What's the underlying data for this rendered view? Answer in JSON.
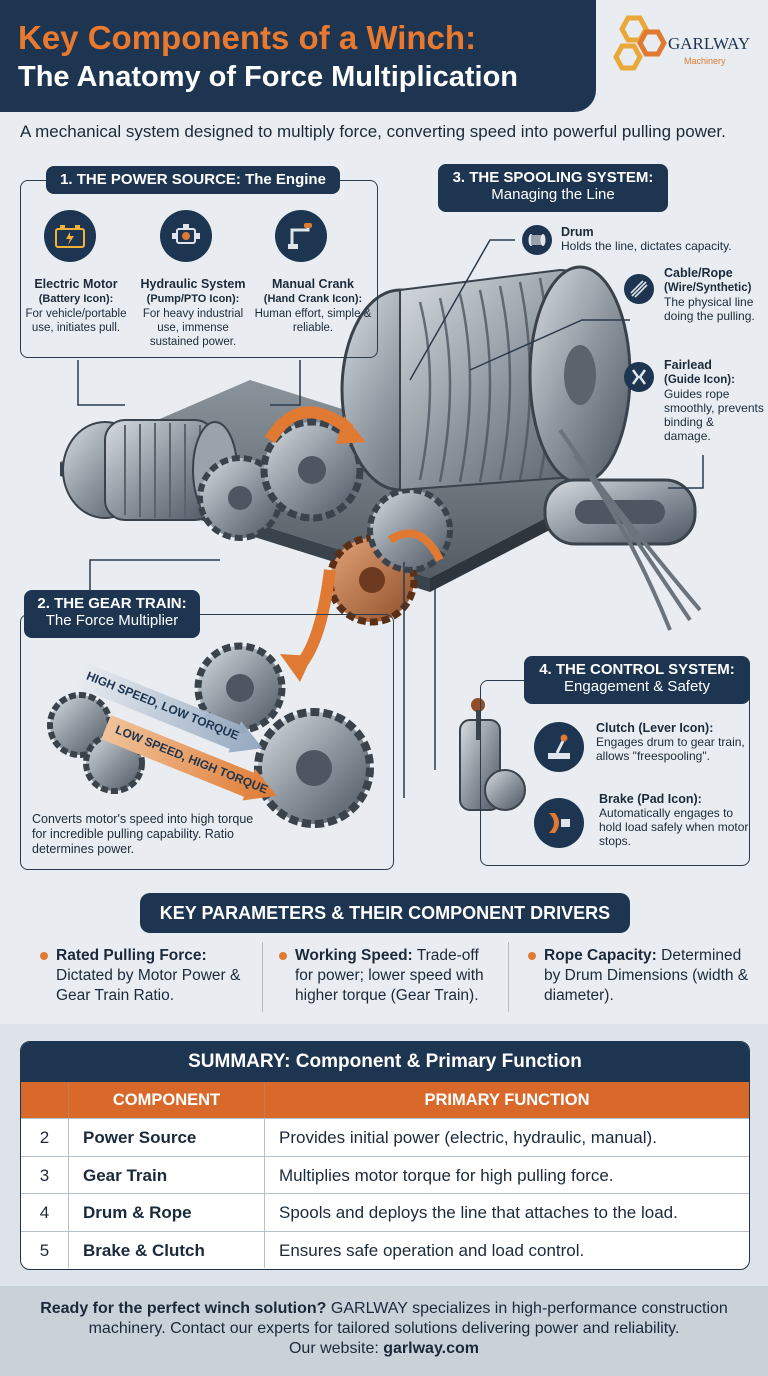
{
  "header": {
    "title_line1": "Key Components of a Winch:",
    "title_line2": "The Anatomy of Force Multiplication",
    "logo_text": "GARLWAY",
    "logo_sub": "Machinery"
  },
  "subtitle": "A mechanical system designed to multiply force, converting speed into powerful pulling power.",
  "power_source": {
    "heading": "1. THE POWER SOURCE: The Engine",
    "items": [
      {
        "icon": "battery-icon",
        "title": "Electric Motor",
        "sub": "(Battery Icon):",
        "desc": "For vehicle/portable use, initiates pull."
      },
      {
        "icon": "pump-icon",
        "title": "Hydraulic System",
        "sub": "(Pump/PTO Icon):",
        "desc": "For heavy industrial use, immense sustained power."
      },
      {
        "icon": "hand-crank-icon",
        "title": "Manual Crank",
        "sub": "(Hand Crank Icon):",
        "desc": "Human effort, simple & reliable."
      }
    ]
  },
  "spooling": {
    "heading_line1": "3. THE SPOOLING SYSTEM:",
    "heading_line2": "Managing the Line",
    "items": [
      {
        "icon": "drum-icon",
        "title": "Drum",
        "sub": "",
        "desc": "Holds the line, dictates capacity."
      },
      {
        "icon": "cable-icon",
        "title": "Cable/Rope",
        "sub": "(Wire/Synthetic)",
        "desc": "The physical line doing the pulling."
      },
      {
        "icon": "fairlead-icon",
        "title": "Fairlead",
        "sub": "(Guide Icon):",
        "desc": "Guides rope smoothly, prevents binding & damage."
      }
    ]
  },
  "gear_train": {
    "heading_line1": "2. THE GEAR TRAIN:",
    "heading_line2": "The Force Multiplier",
    "arrow1": "HIGH SPEED, LOW TORQUE",
    "arrow2": "LOW SPEED, HIGH TORQUE",
    "desc": "Converts motor's speed into high torque for incredible pulling capability. Ratio determines power."
  },
  "control": {
    "heading_line1": "4. THE CONTROL SYSTEM:",
    "heading_line2": "Engagement & Safety",
    "items": [
      {
        "icon": "lever-icon",
        "title": "Clutch (Lever Icon):",
        "desc": "Engages drum to gear train, allows \"freespooling\"."
      },
      {
        "icon": "brake-pad-icon",
        "title": "Brake (Pad Icon):",
        "desc": "Automatically engages to hold load safely when motor stops."
      }
    ]
  },
  "parameters": {
    "heading": "KEY PARAMETERS & THEIR COMPONENT DRIVERS",
    "items": [
      {
        "label": "Rated Pulling Force:",
        "text": "Dictated by Motor Power & Gear Train Ratio."
      },
      {
        "label": "Working Speed:",
        "text": "Trade-off for power; lower speed with higher torque (Gear Train)."
      },
      {
        "label": "Rope Capacity:",
        "text": "Determined by Drum Dimensions (width & diameter)."
      }
    ]
  },
  "summary": {
    "title": "SUMMARY: Component & Primary Function",
    "col_component": "COMPONENT",
    "col_function": "PRIMARY FUNCTION",
    "rows": [
      {
        "num": "2",
        "component": "Power Source",
        "function": "Provides initial power (electric, hydraulic, manual)."
      },
      {
        "num": "3",
        "component": "Gear Train",
        "function": "Multiplies motor torque for high pulling force."
      },
      {
        "num": "4",
        "component": "Drum & Rope",
        "function": "Spools and deploys the line that attaches to the load."
      },
      {
        "num": "5",
        "component": "Brake & Clutch",
        "function": "Ensures safe operation and load control."
      }
    ]
  },
  "footer": {
    "lead": "Ready for the perfect winch solution?",
    "text": "GARLWAY specializes in high-performance construction machinery. Contact our experts for tailored solutions delivering power and reliability.",
    "website_label": "Our website:",
    "website": "garlway.com"
  },
  "colors": {
    "navy": "#1d3550",
    "orange": "#e07a32",
    "background": "#e9edf1"
  }
}
